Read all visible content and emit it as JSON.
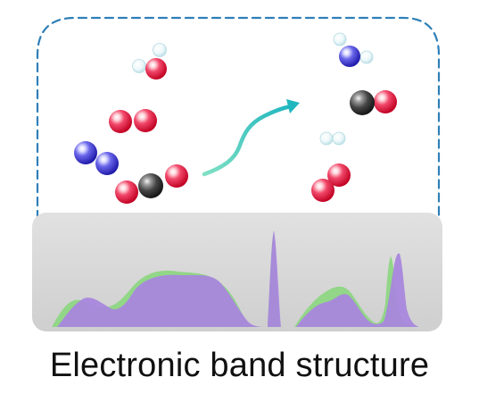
{
  "caption": "Electronic band structure",
  "colors": {
    "background": "#ffffff",
    "dashed_frame": "#2f7fb7",
    "surface_slab": "#d6d6d6",
    "oxygen_atom": "#e8193a",
    "hydrogen_atom": "#c9e9ee",
    "nitrogen_atom": "#3a36c8",
    "carbon_atom": "#2e2e2e",
    "arrow": "#2cc1b4",
    "band_green": "#8ed683",
    "band_purple": "#a987dd"
  },
  "molecules": [
    {
      "id": "h2o-left",
      "atoms": [
        "hydrogen",
        "oxygen",
        "hydrogen"
      ]
    },
    {
      "id": "o2-left",
      "atoms": [
        "oxygen",
        "oxygen"
      ]
    },
    {
      "id": "n2-left",
      "atoms": [
        "nitrogen",
        "nitrogen"
      ]
    },
    {
      "id": "co2-left",
      "atoms": [
        "oxygen",
        "carbon",
        "oxygen"
      ]
    },
    {
      "id": "nh2-right",
      "atoms": [
        "hydrogen",
        "nitrogen",
        "hydrogen"
      ]
    },
    {
      "id": "co-right",
      "atoms": [
        "carbon",
        "oxygen"
      ]
    },
    {
      "id": "h2-right",
      "atoms": [
        "hydrogen",
        "hydrogen"
      ]
    },
    {
      "id": "o2-right",
      "atoms": [
        "oxygen",
        "oxygen"
      ]
    }
  ],
  "icons": {
    "arrow": "reaction-arrow-icon",
    "band": "band-structure-icon"
  }
}
